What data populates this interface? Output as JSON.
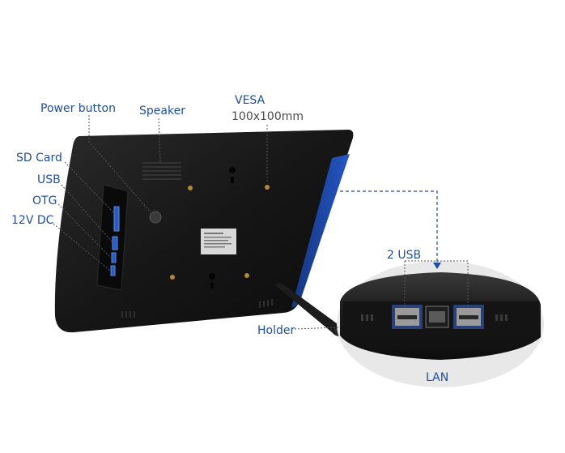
{
  "labels": {
    "power_button": "Power button",
    "speaker": "Speaker",
    "vesa": "VESA",
    "vesa_size": "100x100mm",
    "sd_card": "SD Card",
    "usb": "USB",
    "otg": "OTG",
    "dc_12v": "12V DC",
    "two_usb": "2 USB",
    "holder": "Holder",
    "lan": "LAN"
  },
  "colors": {
    "label_blue": "#1f4e9c",
    "label_gray": "#4a4a4a",
    "device_body": "#151515",
    "accent_blue": "#1d4aa8",
    "port_highlight": "#2c5bbf"
  }
}
